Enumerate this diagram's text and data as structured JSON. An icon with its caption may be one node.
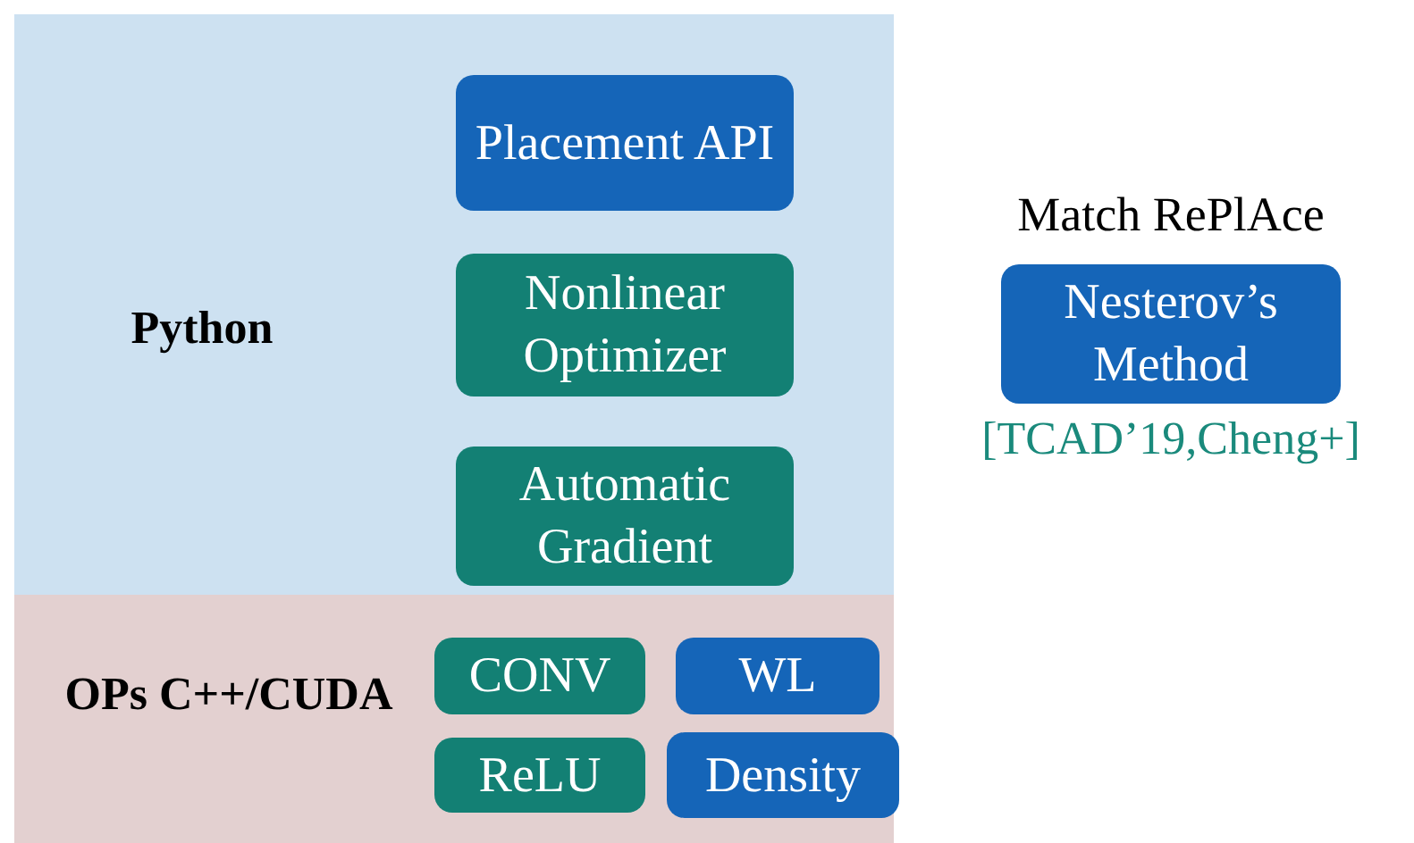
{
  "diagram": {
    "nodes": [
      {
        "text": [
          "Python"
        ]
      },
      {
        "text": [
          "Placement API"
        ],
        "in": 0
      },
      {
        "text": [
          "Nonlinear Optimizer"
        ],
        "in": 0
      },
      {
        "text": [
          "Automatic Gradient"
        ],
        "in": 0
      },
      {
        "text": [
          "OPs C++/CUDA"
        ]
      },
      {
        "text": [
          "CONV"
        ],
        "in": 4
      },
      {
        "text": [
          "WL"
        ],
        "in": 4
      },
      {
        "text": [
          "ReLU"
        ],
        "in": 4
      },
      {
        "text": [
          "Density"
        ],
        "in": 4
      },
      {
        "text": [
          "Match RePlAce",
          "Nesterov’s Method"
        ],
        "beside": [
          "[TCAD’19,Cheng+]"
        ]
      }
    ]
  }
}
